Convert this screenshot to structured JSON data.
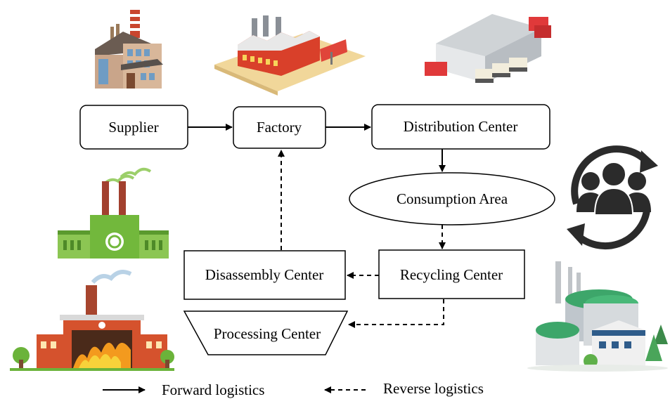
{
  "nodes": {
    "supplier": "Supplier",
    "factory": "Factory",
    "distribution_center": "Distribution Center",
    "consumption_area": "Consumption Area",
    "recycling_center": "Recycling Center",
    "disassembly_center": "Disassembly Center",
    "processing_center": "Processing Center"
  },
  "legend": {
    "forward": "Forward logistics",
    "reverse": "Reverse logistics"
  },
  "icons": [
    "supplier-building-icon",
    "factory-icon",
    "warehouse-icon",
    "recycling-plant-icon",
    "incineration-plant-icon",
    "consumer-group-cycle-icon",
    "processing-plant-icon"
  ],
  "colors": {
    "green_plant": "#7cc243",
    "red_factory": "#d9492b",
    "brick": "#c0502c"
  }
}
